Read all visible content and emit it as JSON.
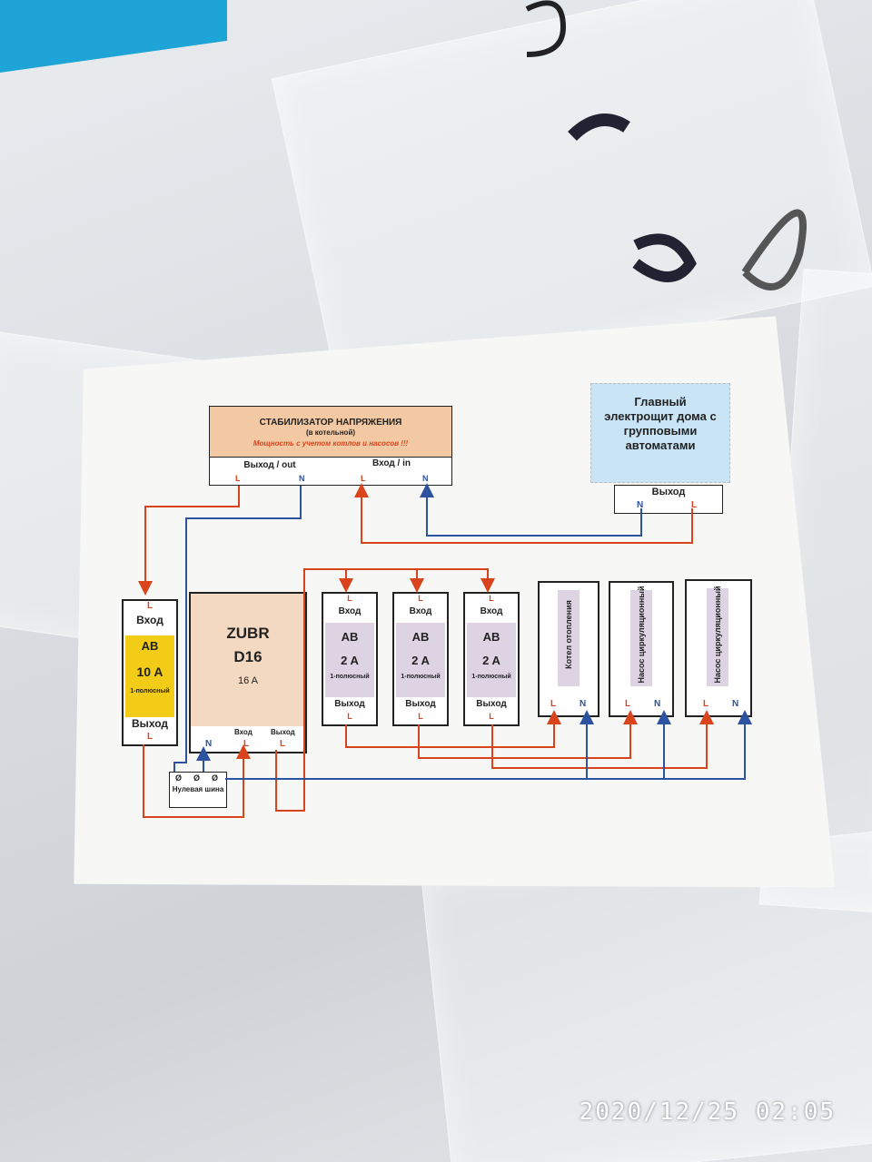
{
  "stabilizer": {
    "title": "СТАБИЛИЗАТОР НАПРЯЖЕНИЯ",
    "subtitle": "(в котельной)",
    "note": "Мощность с учетом котлов и насосов !!!",
    "output_label": "Выход / out",
    "input_label": "Вход / in",
    "l": "L",
    "n": "N"
  },
  "main_panel": {
    "title": "Главный электрощит дома с групповыми автоматами",
    "output_label": "Выход",
    "n": "N",
    "l": "L"
  },
  "breaker_main": {
    "top_terminal": "L",
    "input": "Вход",
    "name": "AB",
    "rating": "10 A",
    "poles": "1-полюсный",
    "output": "Выход",
    "bottom_terminal": "L"
  },
  "relay": {
    "brand": "ZUBR",
    "model": "D16",
    "rating": "16 A",
    "input": "Вход",
    "output": "Выход",
    "n": "N",
    "l_in": "L",
    "l_out": "L"
  },
  "breakers": [
    {
      "top": "L",
      "input": "Вход",
      "name": "AB",
      "rating": "2 A",
      "poles": "1-полюсный",
      "output": "Выход",
      "bottom": "L"
    },
    {
      "top": "L",
      "input": "Вход",
      "name": "AB",
      "rating": "2 A",
      "poles": "1-полюсный",
      "output": "Выход",
      "bottom": "L"
    },
    {
      "top": "L",
      "input": "Вход",
      "name": "AB",
      "rating": "2 A",
      "poles": "1-полюсный",
      "output": "Выход",
      "bottom": "L"
    }
  ],
  "loads": [
    {
      "label": "Котел отопления",
      "l": "L",
      "n": "N"
    },
    {
      "label": "Насос циркуляционный",
      "l": "L",
      "n": "N"
    },
    {
      "label": "Насос циркуляционный",
      "l": "L",
      "n": "N"
    }
  ],
  "neutral_bus": {
    "terminal": "Ø",
    "label": "Нулевая шина"
  },
  "timestamp": "2020/12/25  02:05",
  "colors": {
    "phase_wire": "#d9441c",
    "neutral_wire": "#2c52a0",
    "stabilizer_fill": "#f3c9a4",
    "panel_fill": "#c8e4f5",
    "breaker_main_fill": "#f2cc17",
    "relay_fill": "#f3d9c2",
    "breaker_fill": "#ddd3e3"
  }
}
